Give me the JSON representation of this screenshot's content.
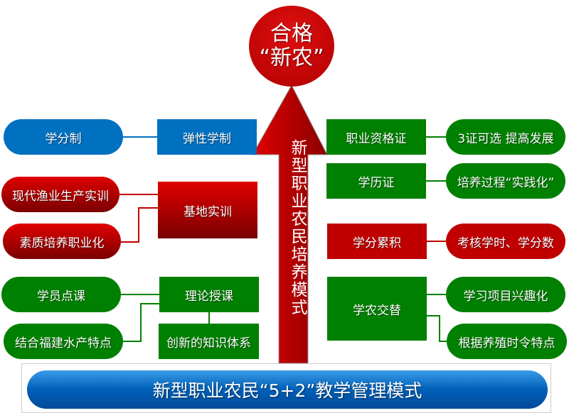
{
  "goal": {
    "line1": "合格",
    "line2": "“新农”"
  },
  "arrow_label": "新型职业农民培养模式",
  "left": {
    "credit_system": "学分制",
    "flexible": "弹性学制",
    "modern_fishery": "现代渔业生产实训",
    "base_training": "基地实训",
    "quality": "素质培养职业化",
    "student_choice": "学员点课",
    "theory": "理论授课",
    "fujian": "结合福建水产特点",
    "innovative": "创新的知识体系"
  },
  "right": {
    "qualification": "职业资格证",
    "three_cert": "3证可选  提高发展",
    "diploma": "学历证",
    "practice": "培养过程“实践化”",
    "credit_accum": "学分累积",
    "assess": "考核学时、学分数",
    "alternate": "学农交替",
    "interest": "学习项目兴趣化",
    "season": "根据养殖时令特点"
  },
  "banner": "新型职业农民“5+2”教学管理模式",
  "colors": {
    "blue": "#0070c0",
    "green": "#008000",
    "red": "#c00000"
  }
}
